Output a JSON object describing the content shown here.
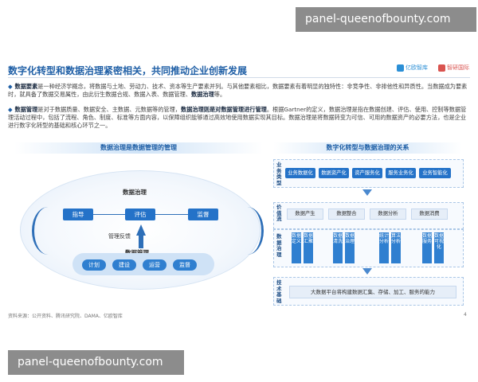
{
  "watermark": "panel-queenofbounty.com",
  "title": "数字化转型和数据治理紧密相关，共同推动企业创新发展",
  "logos": {
    "first": "亿欧智库",
    "second": "智研国际"
  },
  "paragraphs": [
    {
      "term": "数据要素",
      "text": "是一种经济学概念，将数据与土地、劳动力、技术、资本等生产要素并列。与其他要素相比，数据要素有着明显的独特性：非竞争性、非排他性和异质性。当数据成为要素时，就具备了数据交易属性，由此衍生数据合规、数据入表、数据管理、",
      "tail_bold": "数据治理",
      "tail": "等。"
    },
    {
      "term": "数据管理",
      "text": "是对于数据质量、数据安全、主数据、元数据等的管理，",
      "mid_bold": "数据治理则是对数据管理进行管理",
      "text2": "。根据Gartner的定义，数据治理是指在数据创建、评估、使用、控制等数据管理活动过程中，包括了流程、角色、制度、标准等方面内容，以保障组织能够通过高效地使用数据实现其目标。数据治理是将数据转变为可信、可用的数据资产的必要方法，也是企业进行数字化转型的基础和核心环节之一。"
    }
  ],
  "left_diagram": {
    "header": "数据治理是数据管理的管理",
    "governance_label": "数据治理",
    "governance_items": [
      "指导",
      "评估",
      "监督"
    ],
    "feedback_label": "管理反馈",
    "management_label": "数据管理",
    "management_items": [
      "计划",
      "建设",
      "运营",
      "监督"
    ]
  },
  "right_diagram": {
    "header": "数字化转型与数据治理的关系",
    "business_label": "业务类型",
    "business_items": [
      "业务数据化",
      "数据资产化",
      "资产服务化",
      "服务业务化",
      "业务智能化"
    ],
    "value_label": "价值流",
    "value_items": [
      "数据产生",
      "数据整合",
      "数据分析",
      "数据消费"
    ],
    "gov_label": "数据治理",
    "gov_items": [
      "数据定义",
      "数据汇聚",
      "数据清洗",
      "数据治理",
      "统计分析",
      "算法分析",
      "数据服务",
      "数据可视化"
    ],
    "tech_label": "技术基础",
    "tech_text": "大数据平台将构建数据汇集、存储、加工、服务的能力"
  },
  "source": "资料来源：公开资料、腾讯研究院、DAMA、亿欧智库",
  "page_number": "4",
  "colors": {
    "accent": "#1f5fa6",
    "button": "#2472c8",
    "watermark_bg": "#8c8c8c"
  }
}
